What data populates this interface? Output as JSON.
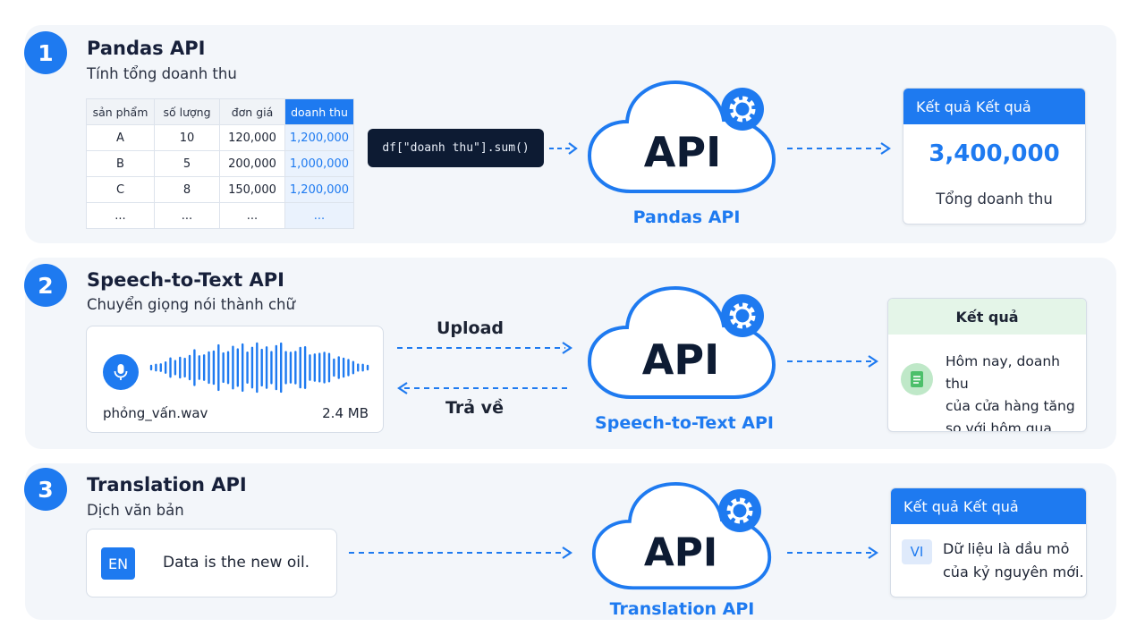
{
  "steps": [
    {
      "number": "1",
      "title": "Pandas API",
      "subtitle": "Tính tổng doanh thu",
      "table": {
        "headers": [
          "sản phẩm",
          "số lượng",
          "đơn giá",
          "doanh thu"
        ],
        "rows": [
          [
            "A",
            "10",
            "120,000",
            "1,200,000"
          ],
          [
            "B",
            "5",
            "200,000",
            "1,000,000"
          ],
          [
            "C",
            "8",
            "150,000",
            "1,200,000"
          ],
          [
            "...",
            "...",
            "...",
            "..."
          ]
        ]
      },
      "code": "df[\"doanh thu\"].sum()",
      "cloud_text": "API",
      "cloud_label": "Pandas API",
      "result": {
        "header": "Kết quả Kết quả",
        "value": "3,400,000",
        "caption": "Tổng doanh thu"
      }
    },
    {
      "number": "2",
      "title": "Speech-to-Text API",
      "subtitle": "Chuyển giọng nói thành chữ",
      "file_name": "phỏng_vấn.wav",
      "file_size": "2.4 MB",
      "upload_label": "Upload",
      "return_label": "Trả về",
      "cloud_text": "API",
      "cloud_label": "Speech-to-Text API",
      "result": {
        "header": "Kết quả",
        "lines": [
          "Hôm nay, doanh thu",
          "của cửa hàng tăng",
          "so với hôm qua..."
        ]
      }
    },
    {
      "number": "3",
      "title": "Translation API",
      "subtitle": "Dịch văn bản",
      "source_lang": "EN",
      "source_text": "Data is the new oil.",
      "cloud_text": "API",
      "cloud_label": "Translation API",
      "result": {
        "header": "Kết quả Kết quả",
        "target_lang": "VI",
        "lines": [
          "Dữ liệu là dầu mỏ",
          "của kỷ nguyên mới."
        ]
      }
    }
  ],
  "colors": {
    "accent": "#1e7af0",
    "panel": "#f3f6fa",
    "code_bg": "#0d1b33",
    "success_bg": "#e4f5e8",
    "text": "#1c2333"
  }
}
